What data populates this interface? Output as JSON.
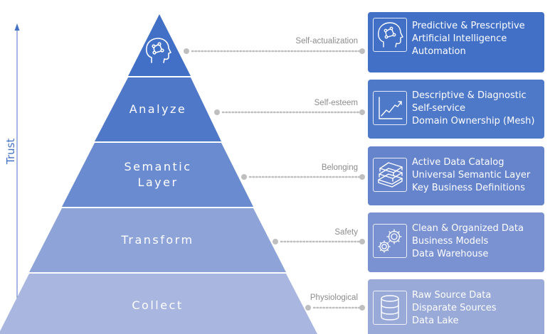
{
  "axis": {
    "label": "Trust"
  },
  "tiers": [
    {
      "label": "",
      "icon": "brain-circuit-icon"
    },
    {
      "label": "Analyze"
    },
    {
      "label_lines": [
        "Semantic",
        "Layer"
      ]
    },
    {
      "label": "Transform"
    },
    {
      "label": "Collect"
    }
  ],
  "needs": [
    {
      "label": "Self-actualization"
    },
    {
      "label": "Self-esteem"
    },
    {
      "label": "Belonging"
    },
    {
      "label": "Safety"
    },
    {
      "label": "Physiological"
    }
  ],
  "cards": [
    {
      "icon": "brain-circuit-icon",
      "lines": [
        "Predictive & Prescriptive",
        "Artificial Intelligence",
        "Automation"
      ]
    },
    {
      "icon": "trend-chart-icon",
      "lines": [
        "Descriptive & Diagnostic",
        "Self-service",
        "Domain Ownership (Mesh)"
      ]
    },
    {
      "icon": "book-stack-icon",
      "lines": [
        "Active Data Catalog",
        "Universal Semantic Layer",
        "Key Business Definitions"
      ]
    },
    {
      "icon": "gears-icon",
      "lines": [
        "Clean & Organized Data",
        "Business Models",
        "Data Warehouse"
      ]
    },
    {
      "icon": "database-icon",
      "lines": [
        "Raw Source Data",
        "Disparate Sources",
        "Data Lake"
      ]
    }
  ],
  "colors": {
    "tiers": [
      "#4270c6",
      "#5078c8",
      "#6a8bd0",
      "#8ea3d8",
      "#a8b6e0"
    ],
    "cards": [
      "#4270c6",
      "#4e78c8",
      "#6584cc",
      "#7b92d2",
      "#99aad9"
    ],
    "axis": "#4472c4",
    "connector": "#bfbfbf"
  }
}
